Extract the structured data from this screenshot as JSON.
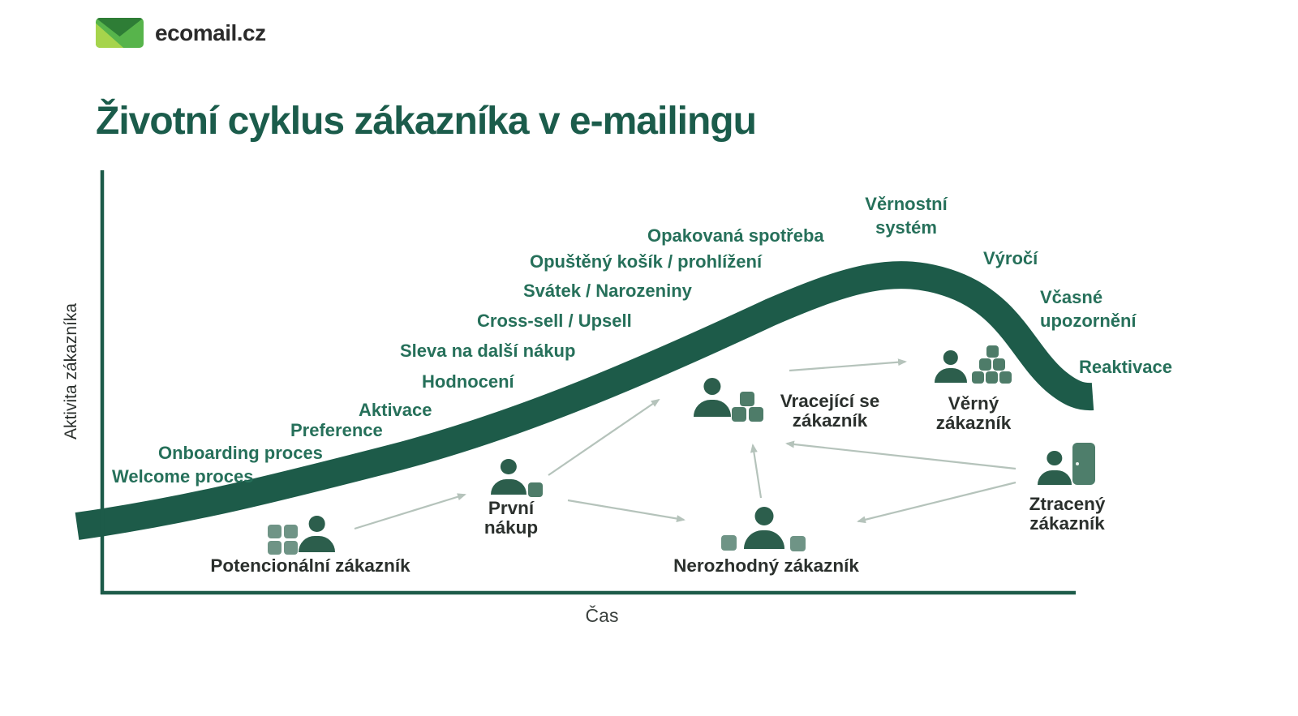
{
  "logo": {
    "brand": "ecomail.cz"
  },
  "title": "Životní cyklus zákazníka v e-mailingu",
  "axes": {
    "y_label": "Aktivita zákazníka",
    "x_label": "Čas"
  },
  "touchpoints": [
    {
      "label": "Welcome proces"
    },
    {
      "label": "Onboarding proces"
    },
    {
      "label": "Preference"
    },
    {
      "label": "Aktivace"
    },
    {
      "label": "Hodnocení"
    },
    {
      "label": "Sleva na další nákup"
    },
    {
      "label": "Cross-sell / Upsell"
    },
    {
      "label": "Svátek / Narozeniny"
    },
    {
      "label": "Opuštěný košík / prohlížení"
    },
    {
      "label": "Opakovaná spotřeba"
    },
    {
      "label": "Věrnostní systém"
    },
    {
      "label": "Výročí"
    },
    {
      "label": "Včasné upozornění"
    },
    {
      "label": "Reaktivace"
    }
  ],
  "stages": [
    {
      "label": "Potencionální zákazník"
    },
    {
      "label": "První nákup"
    },
    {
      "label": "Vracející se zákazník"
    },
    {
      "label": "Nerozhodný zákazník"
    },
    {
      "label": "Věrný zákazník"
    },
    {
      "label": "Ztracený zákazník"
    }
  ],
  "flows": [
    {
      "from": "Potencionální zákazník",
      "to": "První nákup"
    },
    {
      "from": "První nákup",
      "to": "Vracející se zákazník"
    },
    {
      "from": "První nákup",
      "to": "Nerozhodný zákazník"
    },
    {
      "from": "Vracející se zákazník",
      "to": "Věrný zákazník"
    },
    {
      "from": "Nerozhodný zákazník",
      "to": "Vracející se zákazník"
    },
    {
      "from": "Ztracený zákazník",
      "to": "Vracející se zákazník"
    },
    {
      "from": "Ztracený zákazník",
      "to": "Nerozhodný zákazník"
    }
  ],
  "colors": {
    "curve": "#1d5b49",
    "touchpoint_text": "#26705a",
    "title_text": "#1b5c4b",
    "stage_text": "#2b302d",
    "icon_dark": "#2c5e4c",
    "icon_sage": "#6f9486",
    "icon_medium": "#4e7c69",
    "arrow": "#b5c3bb",
    "logo_light": "#a6d44c",
    "logo_mid": "#57b44b",
    "logo_dark": "#2e7d36"
  }
}
